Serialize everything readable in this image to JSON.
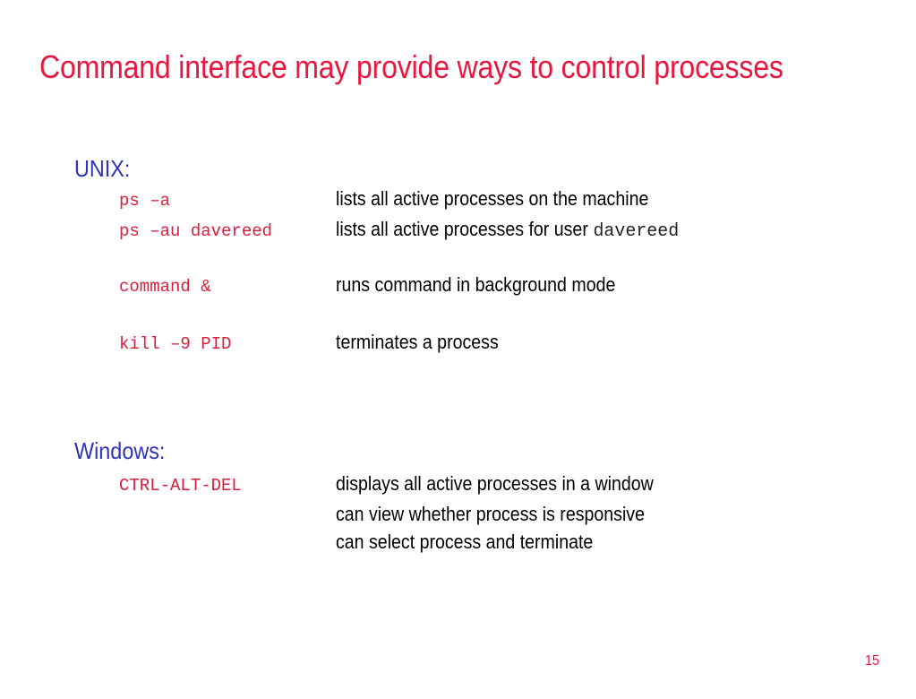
{
  "slide": {
    "title": "Command interface may provide ways to control processes",
    "page_number": "15",
    "colors": {
      "title": "#e8173f",
      "heading": "#2e33b8",
      "command": "#d81e3c",
      "description": "#000000"
    }
  },
  "unix": {
    "heading": "UNIX:",
    "commands": [
      {
        "command": "ps –a",
        "description": "lists all active processes on the machine"
      },
      {
        "command": "ps –au davereed",
        "description": "lists all active processes for user ",
        "description_code": "davereed"
      },
      {
        "command": "command &",
        "description": "runs command in background mode"
      },
      {
        "command": "kill –9 PID",
        "description": "terminates a process"
      }
    ]
  },
  "windows": {
    "heading": "Windows:",
    "command": "CTRL-ALT-DEL",
    "descriptions": [
      "displays all active processes in a window",
      "can view whether process is responsive",
      "can select process and terminate"
    ]
  }
}
